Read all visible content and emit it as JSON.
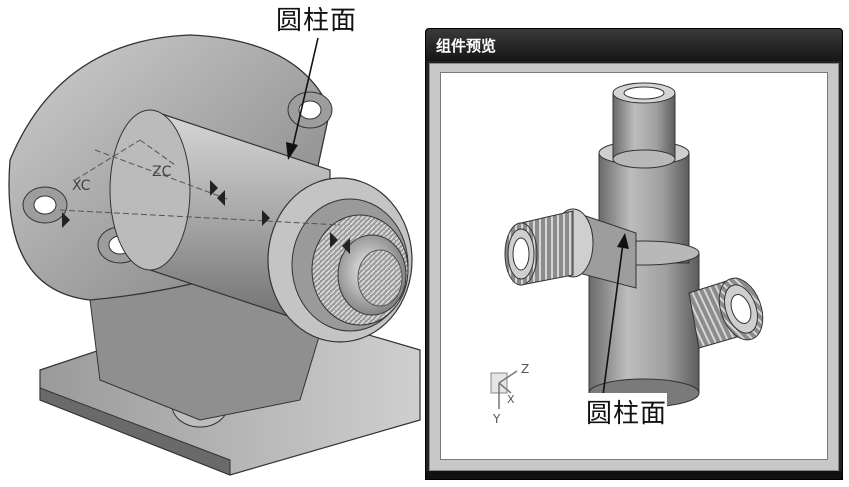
{
  "left_view": {
    "label": "圆柱面",
    "axis_labels": {
      "xc": "XC",
      "zc": "ZC"
    }
  },
  "preview_window": {
    "title": "组件预览",
    "label": "圆柱面",
    "triad": {
      "z": "Z",
      "y": "Y",
      "x": "X"
    }
  }
}
